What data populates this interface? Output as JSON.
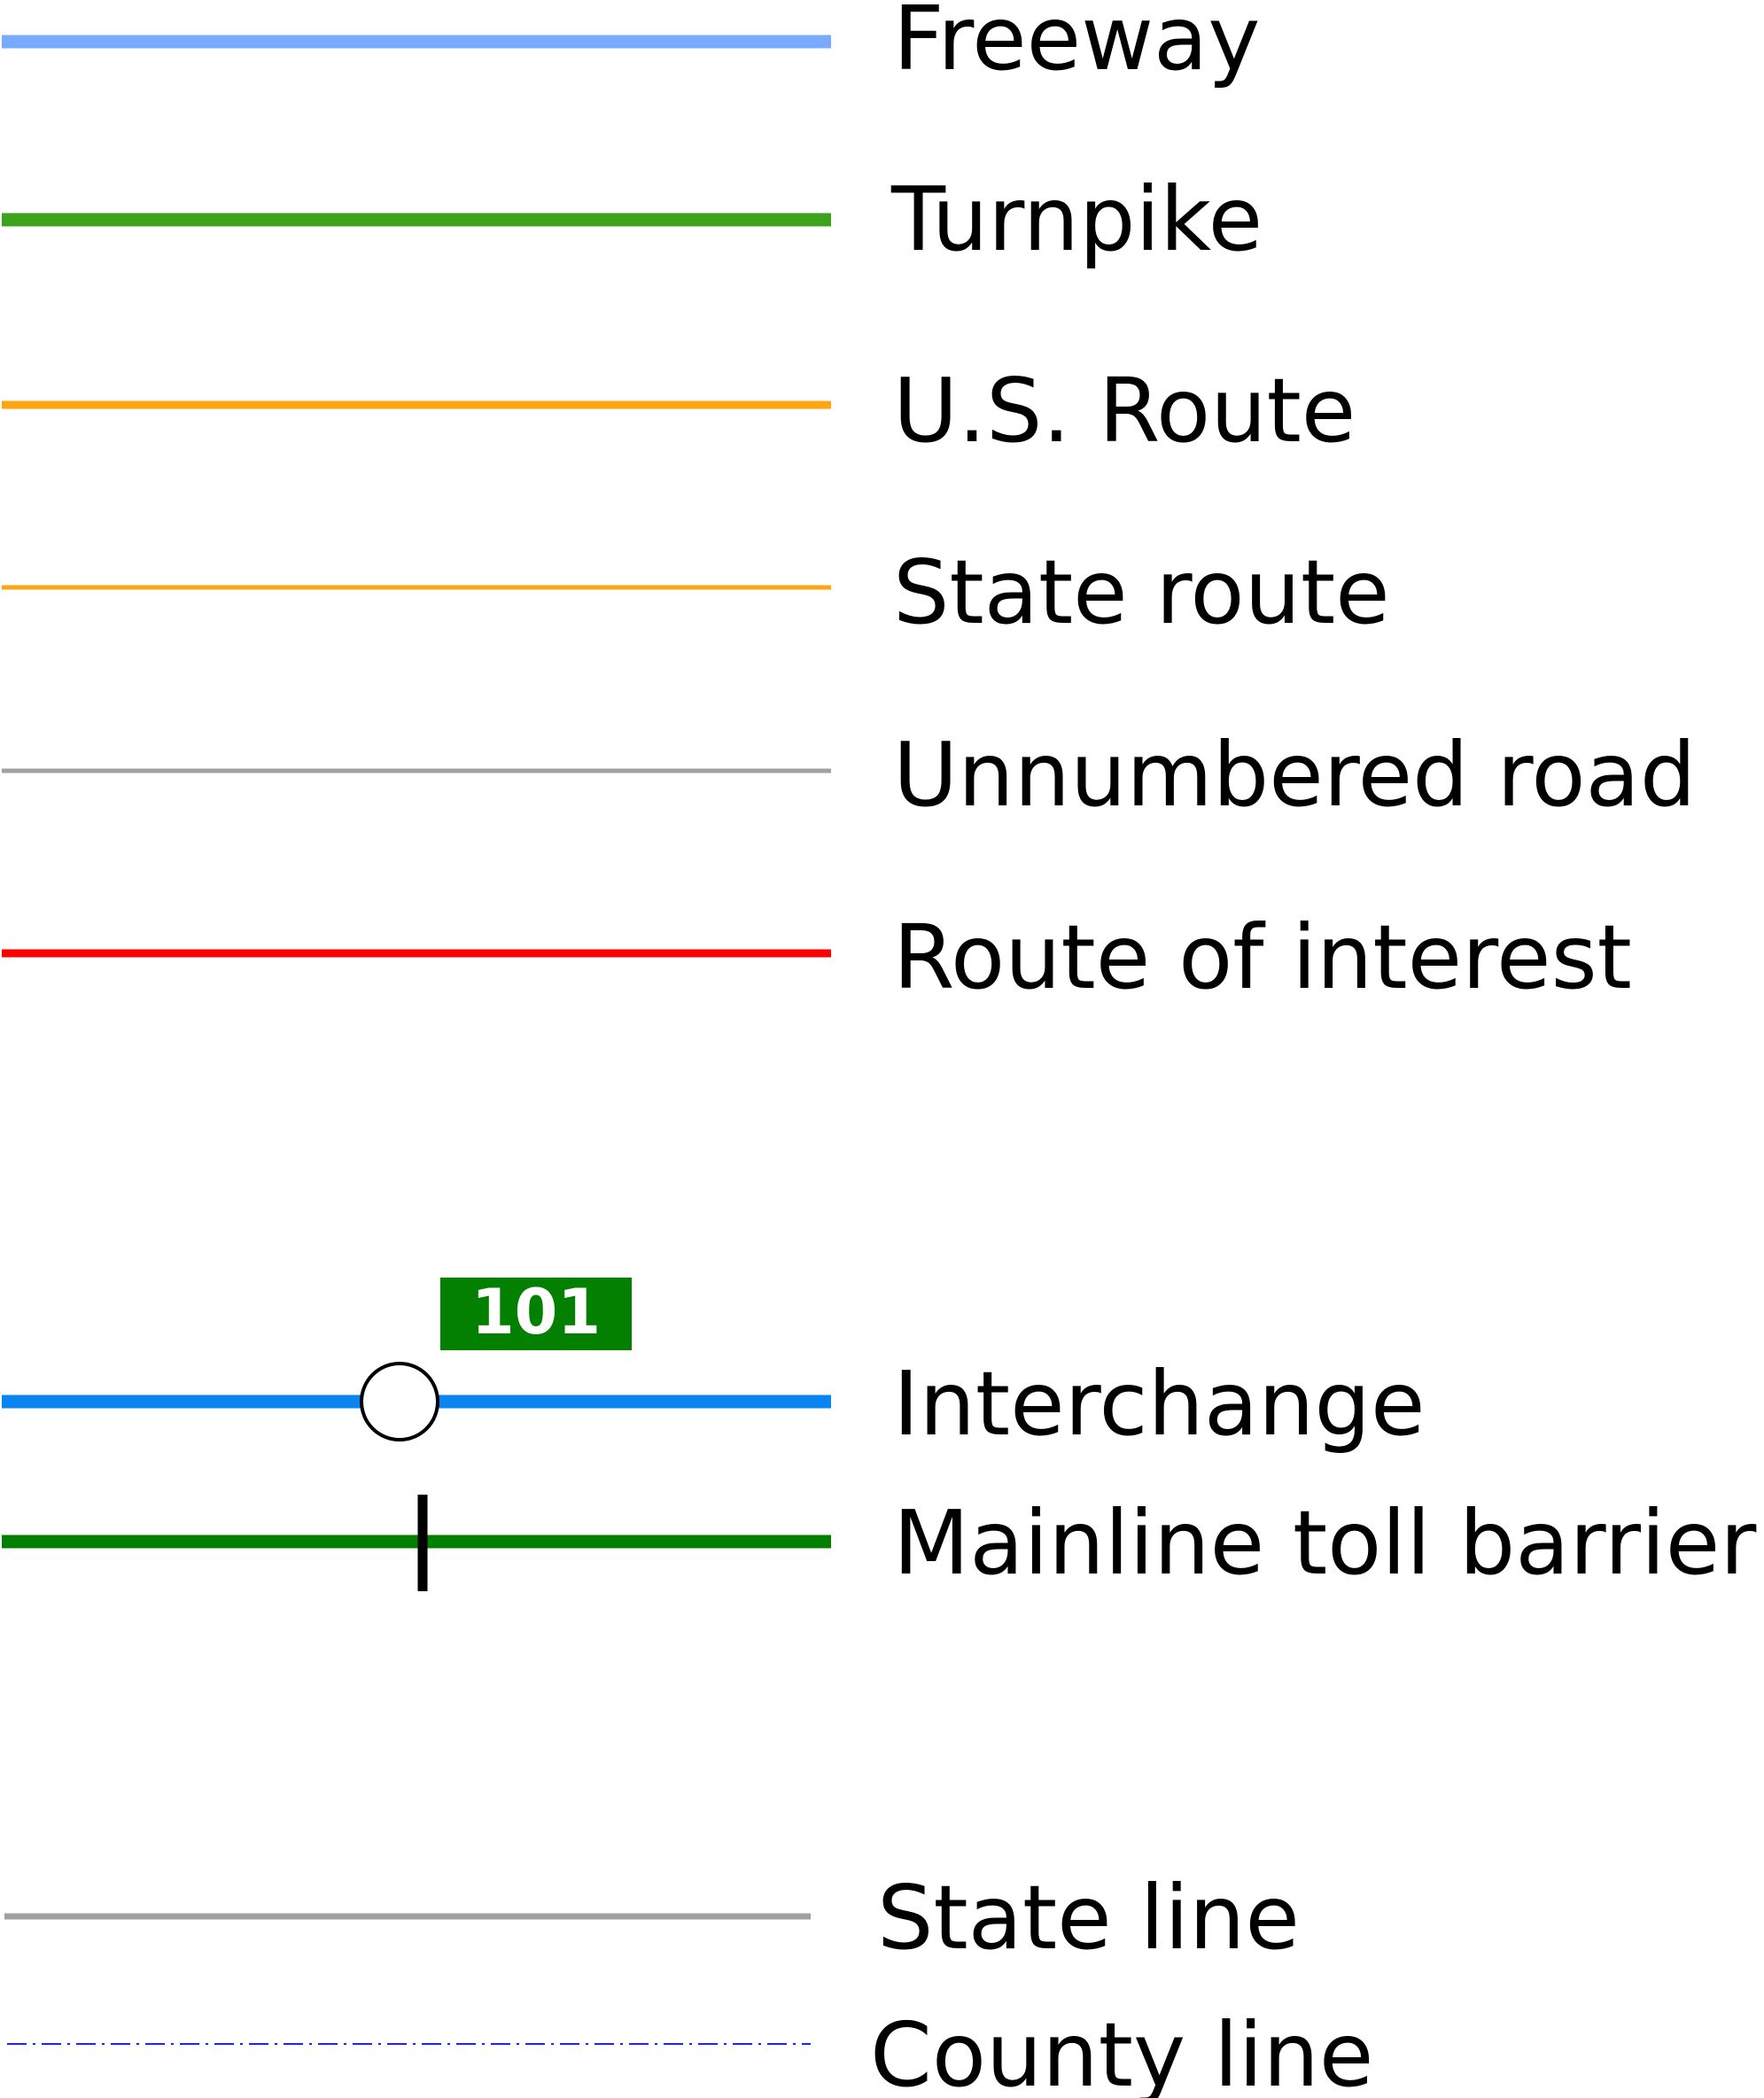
{
  "legend": {
    "road_types": [
      {
        "name": "freeway",
        "label": "Freeway",
        "color": "#78abff",
        "style": "thick-solid"
      },
      {
        "name": "turnpike",
        "label": "Turnpike",
        "color": "#3ca21c",
        "style": "thick-solid"
      },
      {
        "name": "us-route",
        "label": "U.S. Route",
        "color": "#ffa50f",
        "style": "medium-solid"
      },
      {
        "name": "state-route",
        "label": "State route",
        "color": "#ffa50f",
        "style": "thin-solid"
      },
      {
        "name": "unnumbered-road",
        "label": "Unnumbered road",
        "color": "#a0a0a0",
        "style": "thin-solid"
      },
      {
        "name": "route-of-interest",
        "label": "Route of interest",
        "color": "#ff0000",
        "style": "medium-solid"
      }
    ],
    "features": [
      {
        "name": "interchange",
        "label": "Interchange",
        "line_color": "#0a84f0",
        "marker": "circle",
        "exit_number": "101",
        "badge_color": "#048000"
      },
      {
        "name": "mainline-toll-barrier",
        "label": "Mainline toll barrier",
        "line_color": "#048000",
        "marker": "tick"
      }
    ],
    "boundaries": [
      {
        "name": "state-line",
        "label": "State line",
        "color": "#a0a0a0",
        "style": "solid"
      },
      {
        "name": "county-line",
        "label": "County line",
        "color": "#1e22ff",
        "style": "dash-dot"
      }
    ]
  }
}
